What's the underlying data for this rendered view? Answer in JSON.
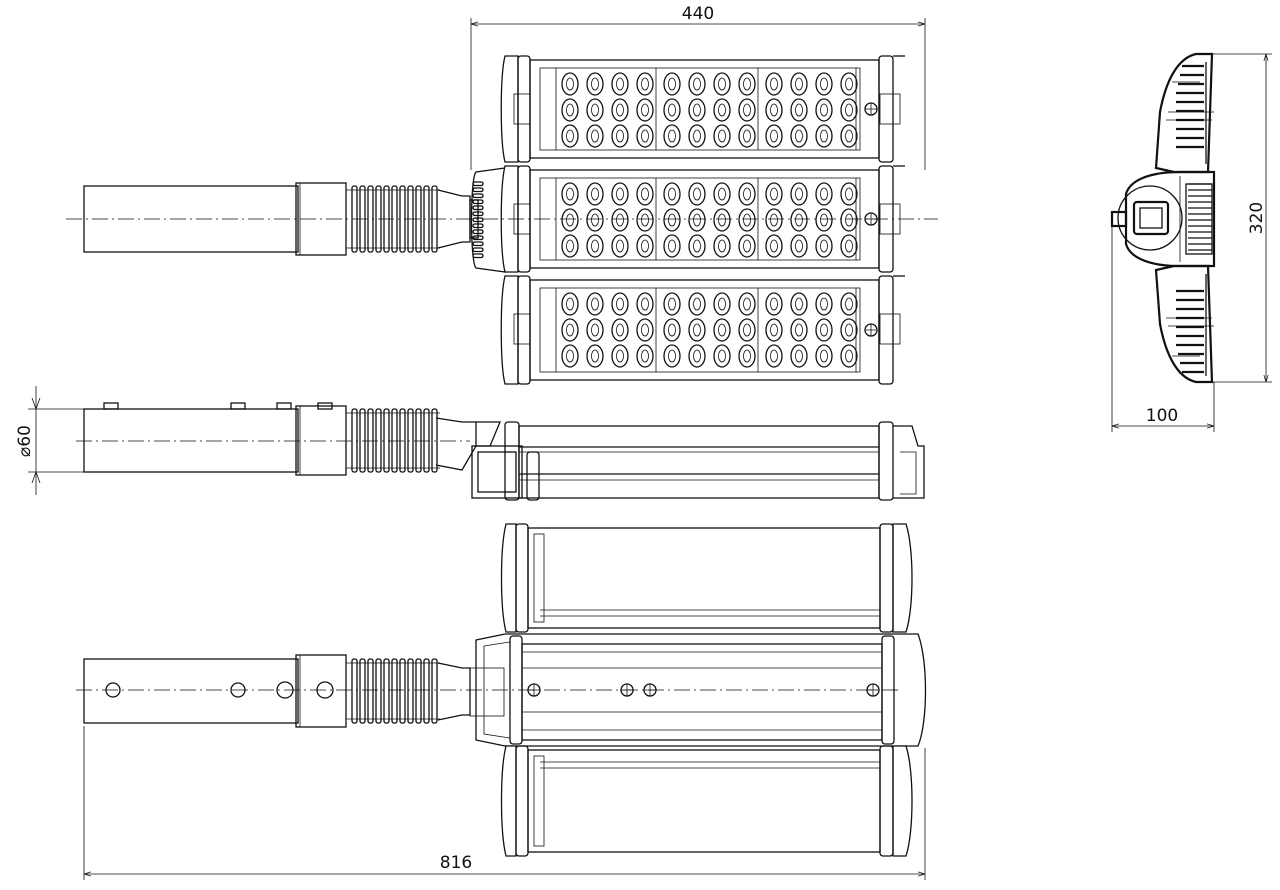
{
  "drawing": {
    "dimensions": {
      "top_width": "440",
      "total_length": "816",
      "height": "320",
      "depth": "100",
      "pipe_diameter": "60"
    }
  }
}
